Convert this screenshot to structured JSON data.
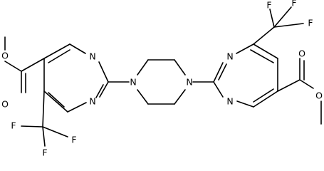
{
  "molecule": {
    "atoms": {
      "o_me_left": "O",
      "o_carbonyl_left": "O",
      "n_ring_left_top": "N",
      "n_ring_left_bottom": "N",
      "f_left_1": "F",
      "f_left_2": "F",
      "f_left_3": "F",
      "n_piperazine_left": "N",
      "n_piperazine_right": "N",
      "n_ring_right_top": "N",
      "n_ring_right_bottom": "N",
      "f_right_1": "F",
      "f_right_2": "F",
      "f_right_3": "F",
      "o_carbonyl_right": "O",
      "o_me_right": "O"
    }
  }
}
